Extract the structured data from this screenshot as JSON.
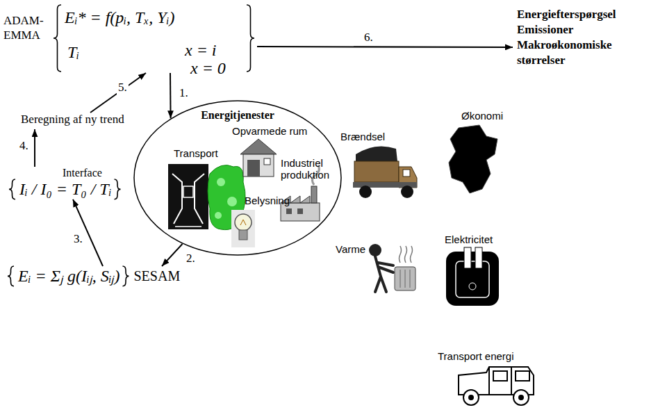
{
  "diagram": {
    "nodes": [
      {
        "text": [
          "ADAM-EMMA",
          "Eᵢ* = f(pᵢ, Tₓ, Yᵢ)",
          "Tᵢ"
        ]
      },
      {
        "text": [
          "Energiefterspørgsel",
          "Emissioner",
          "Makroøkonomiske størrelser"
        ]
      },
      {
        "text": [
          "Energitjenester"
        ]
      },
      {
        "text": [
          "Eᵢ = Σⱼ g(Iᵢⱼ, Sᵢⱼ)",
          "SESAM"
        ]
      },
      {
        "text": [
          "Interface",
          "Iᵢ / I₀ = T₀ / Tᵢ"
        ]
      },
      {
        "text": [
          "Beregning af ny trend"
        ]
      }
    ],
    "edges": [
      {
        "from": 0,
        "to": 1,
        "label": "6.",
        "arrow": "to"
      },
      {
        "from": 0,
        "to": 2,
        "label": "1.",
        "arrow": "to"
      },
      {
        "from": 2,
        "to": 3,
        "label": "2.",
        "arrow": "to"
      },
      {
        "from": 3,
        "to": 4,
        "label": "3.",
        "arrow": "to"
      },
      {
        "from": 4,
        "to": 5,
        "label": "4.",
        "arrow": "to"
      },
      {
        "from": 5,
        "to": 0,
        "label": "5.",
        "arrow": "to"
      }
    ],
    "labels": [
      "x = i",
      "x = 0",
      "Transport",
      "Opvarmede rum",
      "Industriel produktion",
      "Belysning",
      "Brændsel",
      "Økonomi",
      "Varme",
      "Elektricitet",
      "Transport energi"
    ]
  }
}
